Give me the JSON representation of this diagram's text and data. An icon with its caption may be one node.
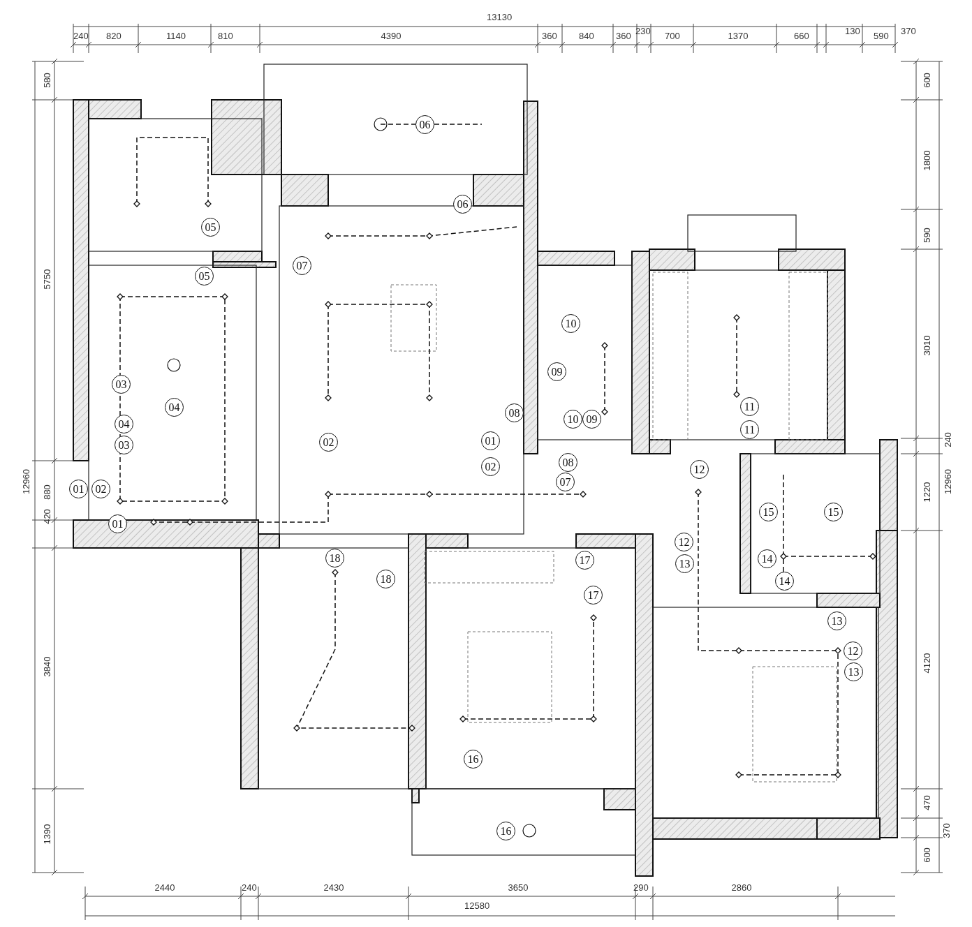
{
  "diagram": {
    "labels": [
      "13130",
      "240",
      "820",
      "1140",
      "810",
      "4390",
      "360",
      "840",
      "360",
      "230",
      "700",
      "1370",
      "660",
      "130",
      "590",
      "370",
      "12960",
      "580",
      "5750",
      "880",
      "420",
      "3840",
      "1390",
      "600",
      "1800",
      "590",
      "3010",
      "240",
      "12960",
      "1220",
      "4120",
      "470",
      "370",
      "600",
      "06",
      "06",
      "05",
      "05",
      "07",
      "10",
      "09",
      "03",
      "04",
      "11",
      "08",
      "10",
      "09",
      "04",
      "11",
      "03",
      "02",
      "01",
      "02",
      "08",
      "12",
      "07",
      "01",
      "02",
      "15",
      "15",
      "01",
      "12",
      "18",
      "17",
      "13",
      "14",
      "18",
      "14",
      "17",
      "13",
      "12",
      "13",
      "16",
      "16",
      "2440",
      "240",
      "2430",
      "3650",
      "290",
      "2860",
      "12580"
    ]
  }
}
